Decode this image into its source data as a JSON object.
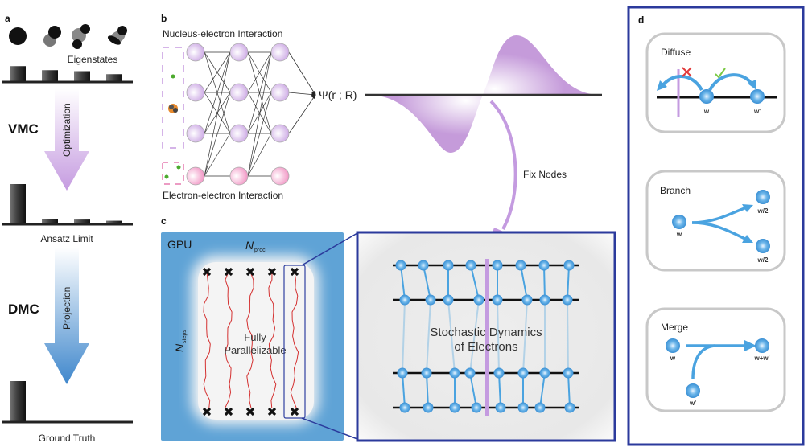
{
  "panel_a": {
    "label": "a",
    "eigenstates_label": "Eigenstates",
    "vmc_label": "VMC",
    "optimization_label": "Optimization",
    "ansatz_label": "Ansatz Limit",
    "dmc_label": "DMC",
    "projection_label": "Projection",
    "ground_truth_label": "Ground Truth",
    "histograms": {
      "eigenstates": [
        0.75,
        0.55,
        0.5,
        0.35
      ],
      "ansatz_limit": [
        1.0,
        0.12,
        0.1,
        0.07
      ],
      "ground_truth": [
        1.0,
        0,
        0,
        0
      ]
    }
  },
  "panel_b": {
    "label": "b",
    "nucleus_label": "Nucleus-electron Interaction",
    "electron_label": "Electron-electron Interaction",
    "psi_label": "Ψ(r ; R)",
    "fix_nodes_label": "Fix Nodes"
  },
  "panel_c": {
    "label": "c",
    "gpu_label": "GPU",
    "nproc_label": "N",
    "nproc_sub": "proc",
    "nsteps_label": "N",
    "nsteps_sub": "steps",
    "parallel_line1": "Fully",
    "parallel_line2": "Parallelizable",
    "stochastic_line1": "Stochastic Dynamics",
    "stochastic_line2": "of Electrons"
  },
  "panel_d": {
    "label": "d",
    "diffuse": {
      "title": "Diffuse",
      "w": "w",
      "w_prime": "w'"
    },
    "branch": {
      "title": "Branch",
      "w": "w",
      "half1": "w/2",
      "half2": "w/2"
    },
    "merge": {
      "title": "Merge",
      "w": "w",
      "w_prime": "w'",
      "sum": "w+w'"
    }
  },
  "colors": {
    "purple": "#c29ad8",
    "pink": "#f0a0c8",
    "gpu_blue": "#5fa3d6",
    "dark_blue": "#2b3a9c",
    "walker_blue": "#4aa3e0",
    "red_path": "#d43030",
    "gray_box": "#c8c8c8"
  }
}
